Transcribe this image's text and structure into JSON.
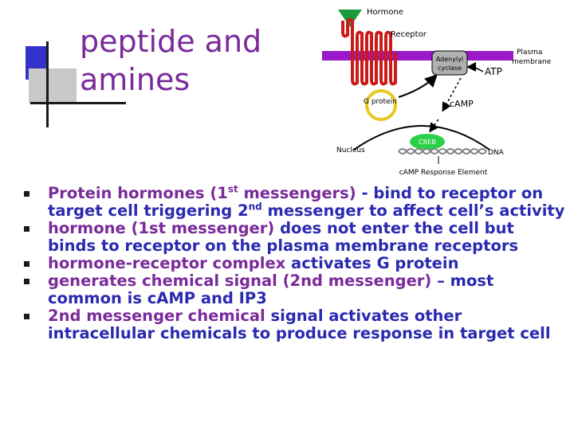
{
  "title": {
    "line1": "peptide and",
    "line2": "amines"
  },
  "diagram": {
    "labels": {
      "hormone": "Hormone",
      "receptor": "Receptor",
      "adenylyl_1": "Adenylyl",
      "adenylyl_2": "cyclase",
      "plasma_1": "Plasma",
      "plasma_2": "membrane",
      "atp": "ATP",
      "g_protein": "G protein",
      "camp": "cAMP",
      "creb": "CREB",
      "nucleus": "Nucleus",
      "dna": "DNA",
      "cre": "cAMP Response Element"
    },
    "colors": {
      "hormone": "#1a9a3a",
      "receptor": "#cc1a1a",
      "membrane": "#9a1ac8",
      "g_protein": "#e8c820",
      "creb": "#2ad04a"
    }
  },
  "bullets": [
    {
      "segments": [
        {
          "t": "Protein hormones (1",
          "c": "p"
        },
        {
          "t": "st",
          "c": "p",
          "sup": true
        },
        {
          "t": " messengers)",
          "c": "p"
        },
        {
          "t": " - bind to receptor on target cell triggering 2",
          "c": "b"
        },
        {
          "t": "nd",
          "c": "b",
          "sup": true
        },
        {
          "t": " messenger to affect cell’s activity",
          "c": "b"
        }
      ]
    },
    {
      "segments": [
        {
          "t": "hormone (1st messenger)",
          "c": "p"
        },
        {
          "t": " does not enter the cell but binds to receptor on the plasma membrane receptors",
          "c": "b"
        }
      ]
    },
    {
      "segments": [
        {
          "t": "hormone-receptor complex",
          "c": "p"
        },
        {
          "t": " activates G protein",
          "c": "b"
        }
      ]
    },
    {
      "segments": [
        {
          "t": "generates chemical signal (2nd messenger)",
          "c": "p"
        },
        {
          "t": " – most common is cAMP and IP3",
          "c": "b"
        }
      ]
    },
    {
      "segments": [
        {
          "t": "2nd messenger chemical",
          "c": "p"
        },
        {
          "t": " signal activates other intracellular chemicals to produce response in target cell",
          "c": "b"
        }
      ]
    }
  ]
}
